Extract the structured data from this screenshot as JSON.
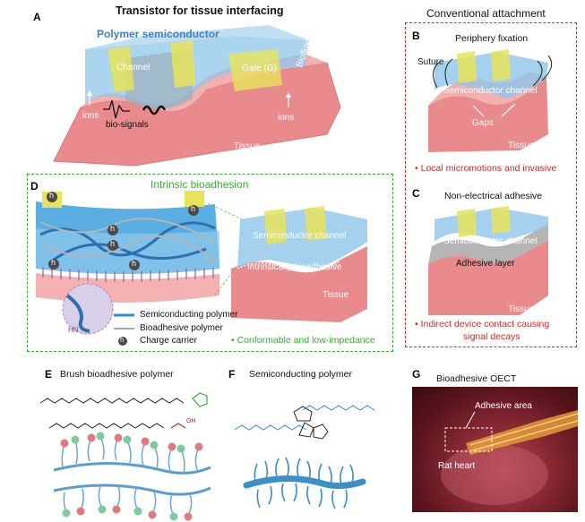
{
  "panels": {
    "A": {
      "letter": "A",
      "title": "Transistor for tissue interfacing",
      "semiconductor_label": "Polymer semiconductor",
      "channel_label": "Channel",
      "gate_label": "Gate (G)",
      "biofluid_label": "Biofluid",
      "ions_left": "ions",
      "ions_right": "ions",
      "biosignals_label": "bio-signals",
      "tissue_label": "Tissue"
    },
    "conventional_title": "Conventional attachment",
    "B": {
      "letter": "B",
      "title": "Periphery fixation",
      "suture_label": "Suture",
      "channel_label": "Semiconductor channel",
      "gaps_label": "Gaps",
      "tissue_label": "Tissue",
      "note": "Local micromotions and invasive"
    },
    "C": {
      "letter": "C",
      "title": "Non-electrical adhesive",
      "channel_label": "Semiconductor channel",
      "adhesive_label": "Adhesive layer",
      "tissue_label": "Tissue",
      "note_line1": "Indirect device contact causing",
      "note_line2": "signal decays"
    },
    "D": {
      "letter": "D",
      "title": "Intrinsic bioadhesion",
      "channel_label": "Semiconductor channel",
      "bioadhesive_label": "Intrinsically bioadhesive",
      "tissue_label": "Tissue",
      "hole_symbol": "h",
      "legend": [
        {
          "label": "Semiconducting polymer",
          "color": "#2f8fd0"
        },
        {
          "label": "Bioadhesive polymer",
          "color": "#a8a8a8"
        },
        {
          "label": "Charge carrier",
          "color": "#4a4a4a"
        }
      ],
      "note": "Conformable and low-impedance",
      "nh_label": "HN"
    },
    "E": {
      "letter": "E",
      "title": "Brush bioadhesive polymer",
      "oh_label": "OH"
    },
    "F": {
      "letter": "F",
      "title": "Semiconducting polymer"
    },
    "G": {
      "letter": "G",
      "title": "Bioadhesive OECT",
      "adhesive_area_label": "Adhesive area",
      "rat_heart_label": "Rat heart"
    }
  },
  "bullet": "•",
  "colors": {
    "tissue": "#e98a8c",
    "semiconductor": "#8fc6ea",
    "electrode": "#e8e35a",
    "accent_red": "#d62828",
    "accent_green": "#3aa935",
    "semiconducting_polymer": "#2f8fd0"
  }
}
